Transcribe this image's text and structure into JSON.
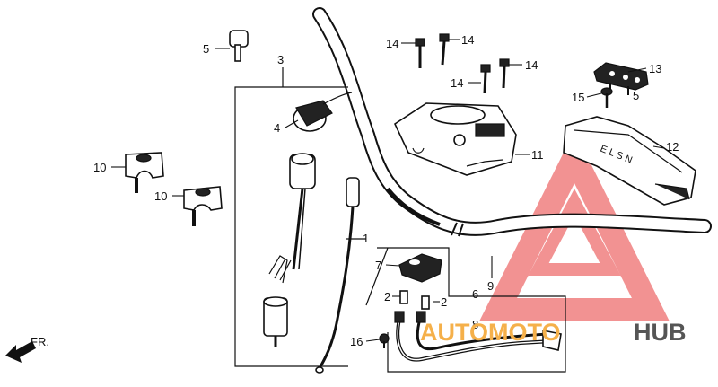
{
  "labels": [
    {
      "id": "l5a",
      "text": "5"
    },
    {
      "id": "l3",
      "text": "3"
    },
    {
      "id": "l4",
      "text": "4"
    },
    {
      "id": "l10a",
      "text": "10"
    },
    {
      "id": "l10b",
      "text": "10"
    },
    {
      "id": "l1",
      "text": "1"
    },
    {
      "id": "l14a",
      "text": "14"
    },
    {
      "id": "l14b",
      "text": "14"
    },
    {
      "id": "l14c",
      "text": "14"
    },
    {
      "id": "l14d",
      "text": "14"
    },
    {
      "id": "l13",
      "text": "13"
    },
    {
      "id": "l15",
      "text": "15"
    },
    {
      "id": "l5b",
      "text": "5"
    },
    {
      "id": "l11",
      "text": "11"
    },
    {
      "id": "l12",
      "text": "12"
    },
    {
      "id": "l7",
      "text": "7"
    },
    {
      "id": "l2a",
      "text": "2"
    },
    {
      "id": "l2b",
      "text": "2"
    },
    {
      "id": "l6",
      "text": "6"
    },
    {
      "id": "l9",
      "text": "9"
    },
    {
      "id": "l8",
      "text": "8"
    },
    {
      "id": "l16",
      "text": "16"
    }
  ],
  "front_marker": "FR.",
  "watermark": {
    "part1": "AUTOMOTO",
    "part2": "HUB",
    "color_red": "#f08080",
    "color_orange": "#f5b04a",
    "color_gray": "#555555"
  }
}
